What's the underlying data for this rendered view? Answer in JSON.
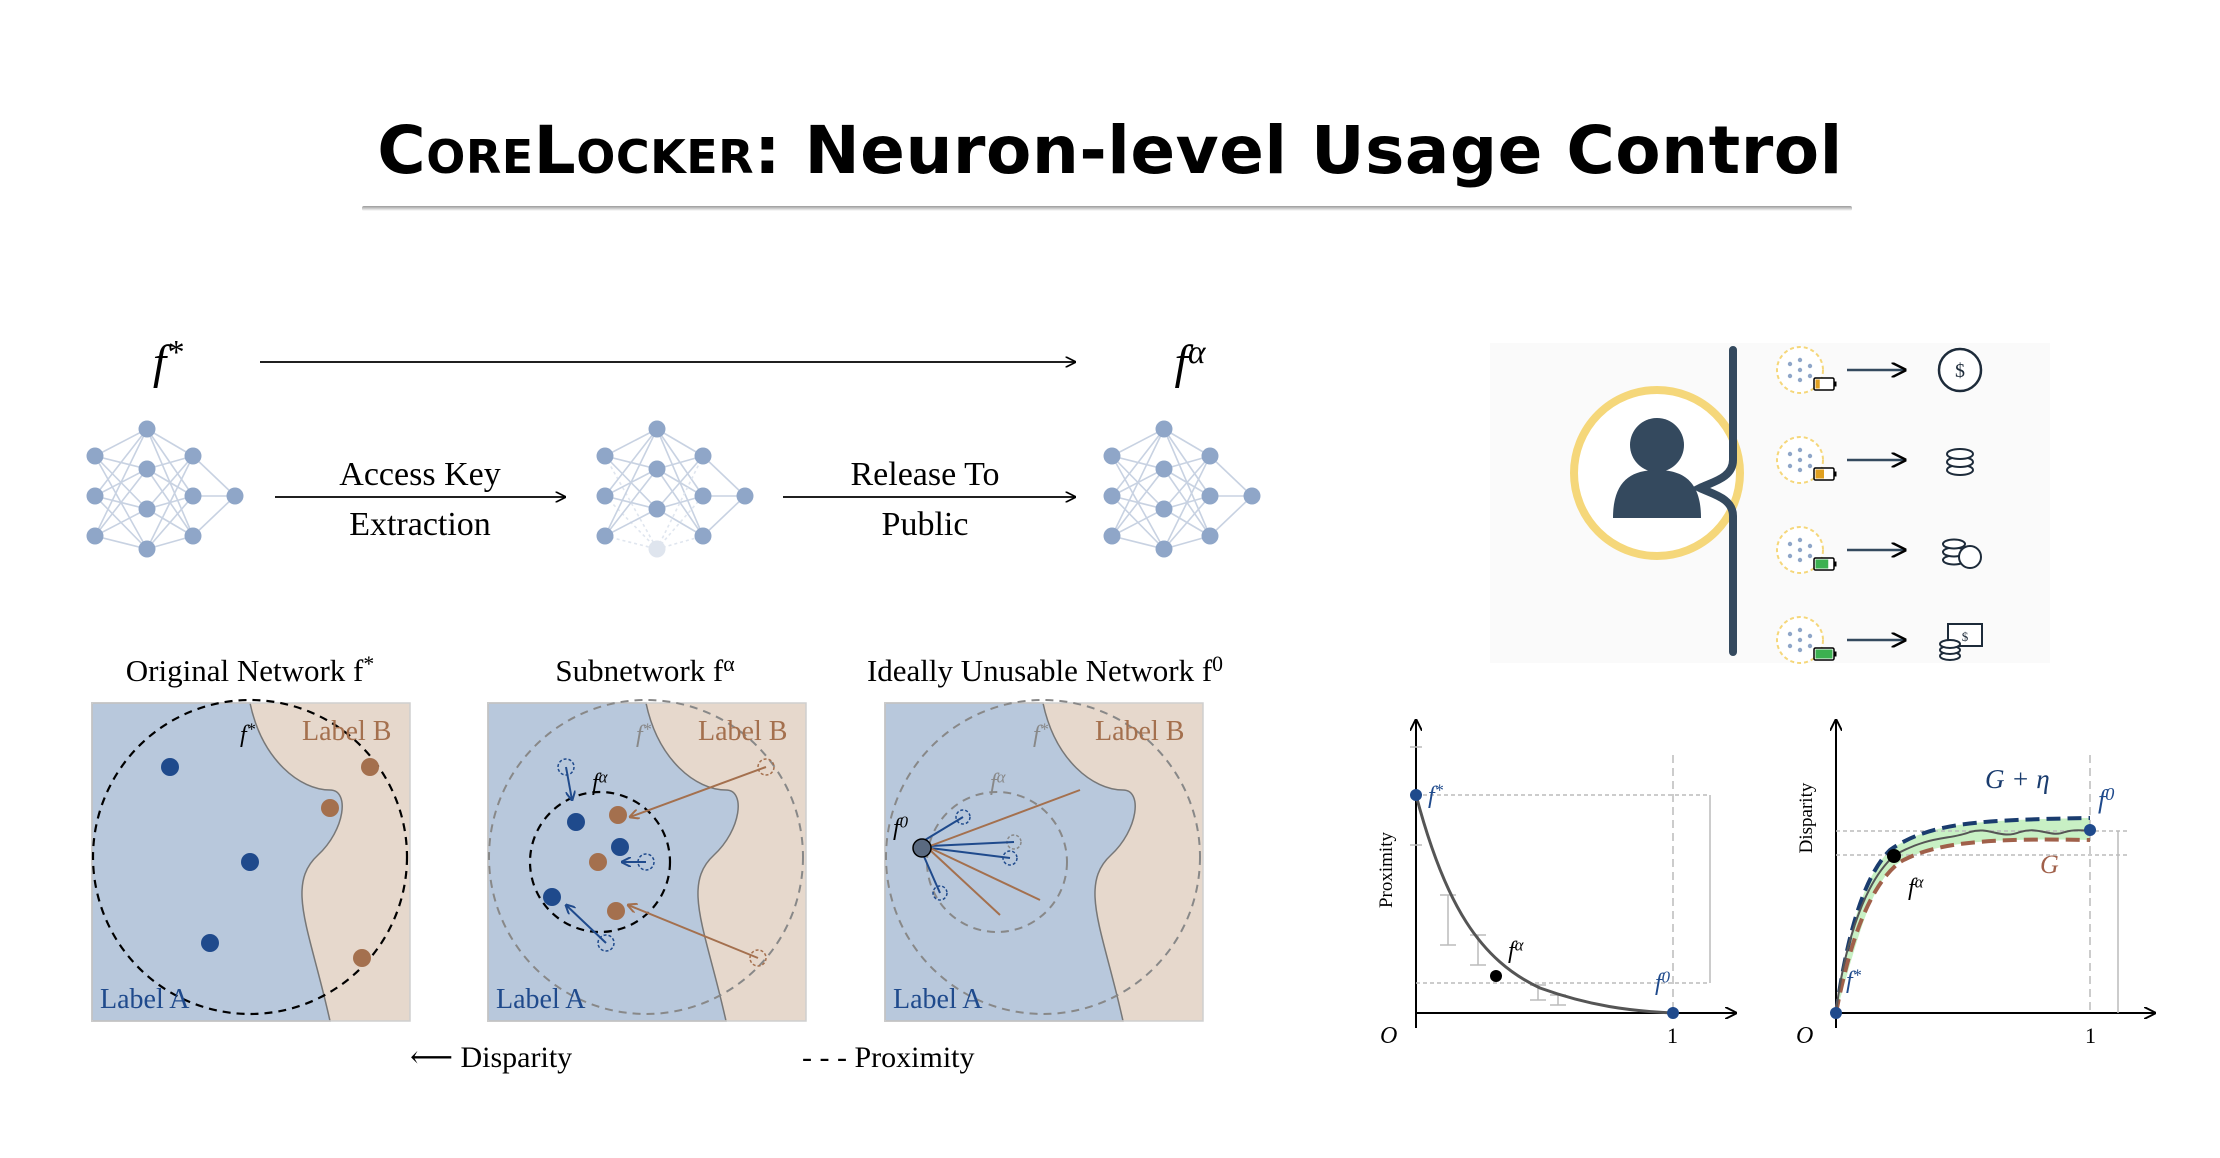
{
  "title": {
    "main_prefix": "CoreLocker",
    "main_suffix": ": Neuron-level Usage Control"
  },
  "pipeline": {
    "model_left_label": "f*",
    "model_right_label": "fα",
    "step1_line1": "Access Key",
    "step1_line2": "Extraction",
    "step2_line1": "Release To",
    "step2_line2": "Public"
  },
  "panels": {
    "original_title": "Original Network f*",
    "subnetwork_title": "Subnetwork fα",
    "unusable_title": "Ideally Unusable Network f0",
    "label_a": "Label A",
    "label_b": "Label B",
    "f_star": "f*",
    "f_alpha": "fα",
    "f_zero": "f0"
  },
  "legend": {
    "disparity": "⟵ Disparity",
    "proximity": "- - - Proximity"
  },
  "user_tiers": {
    "avatar_icon": "user-icon",
    "tiers": [
      {
        "battery_level": 0.25,
        "battery_color": "#e0a020",
        "reward_icon": "dollar-coin-icon"
      },
      {
        "battery_level": 0.5,
        "battery_color": "#e0a020",
        "reward_icon": "coin-stack-icon"
      },
      {
        "battery_level": 0.75,
        "battery_color": "#3cb050",
        "reward_icon": "coins-icon"
      },
      {
        "battery_level": 1.0,
        "battery_color": "#3cb050",
        "reward_icon": "banknote-coins-icon"
      }
    ]
  },
  "proximity_plot": {
    "ylabel": "Proximity",
    "origin": "O",
    "x_tick": "1",
    "f_star": "f*",
    "f_alpha": "fα",
    "f_zero": "f0"
  },
  "disparity_plot": {
    "ylabel": "Disparity",
    "origin": "O",
    "x_tick": "1",
    "f_star": "f*",
    "f_alpha": "fα",
    "f_zero": "f0",
    "upper": "G + η",
    "lower": "G"
  },
  "colors": {
    "blue_region": "#b8c8dc",
    "tan_region": "#e6d8cc",
    "blue_point": "#1f4a8c",
    "brown_point": "#a4704e",
    "neuron": "#8fa6c8",
    "green_band": "#c8f0c4",
    "ring": "#f5d77a",
    "avatar": "#34495e"
  }
}
